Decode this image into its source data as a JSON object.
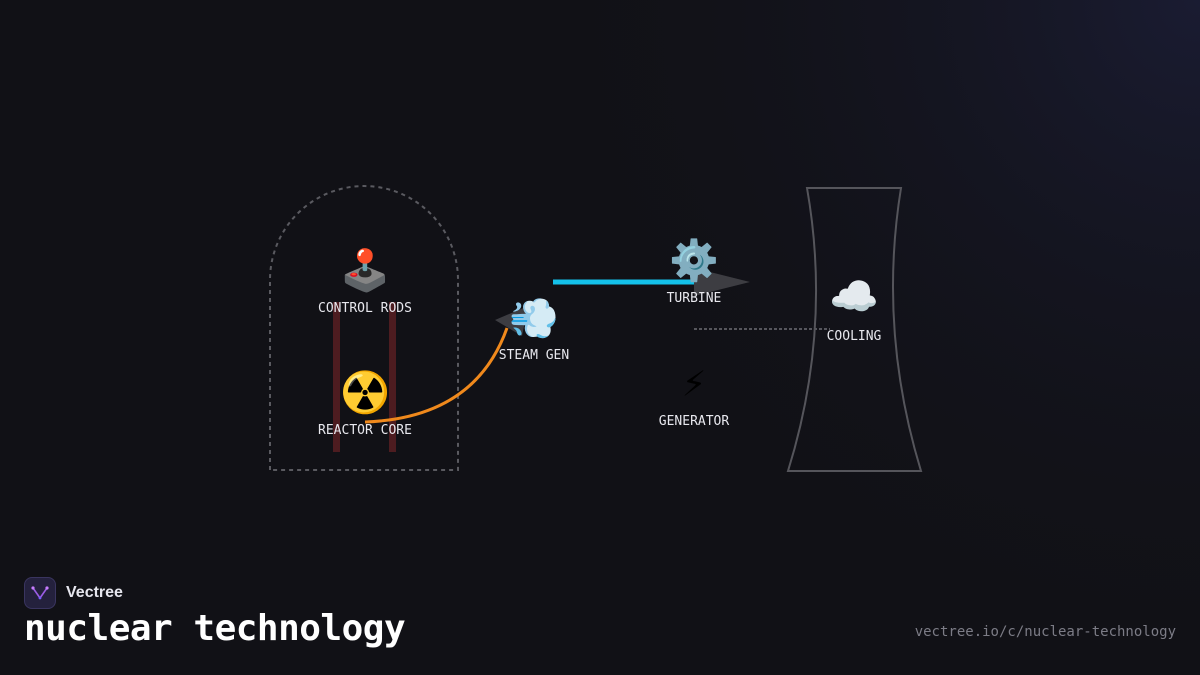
{
  "diagram": {
    "nodes": {
      "control_rods": {
        "label": "CONTROL RODS",
        "icon": "joystick-icon",
        "glyph": "🕹️"
      },
      "reactor_core": {
        "label": "REACTOR CORE",
        "icon": "radioactive-icon",
        "glyph": "☢️"
      },
      "steam_gen": {
        "label": "STEAM GEN",
        "icon": "steam-icon",
        "glyph": "💨"
      },
      "turbine": {
        "label": "TURBINE",
        "icon": "gear-icon",
        "glyph": "⚙️"
      },
      "generator": {
        "label": "GENERATOR",
        "icon": "lightning-icon",
        "glyph": "⚡"
      },
      "cooling": {
        "label": "COOLING",
        "icon": "cloud-icon",
        "glyph": "☁️"
      }
    },
    "colors": {
      "background": "#111116",
      "rod": "#4d1c20",
      "hot_loop": "#f0891c",
      "steam_line": "#14c1ea",
      "arrow": "#3d3d42",
      "outline": "#5a5a60"
    }
  },
  "footer": {
    "brand": "Vectree",
    "title": "nuclear technology",
    "url": "vectree.io/c/nuclear-technology"
  }
}
